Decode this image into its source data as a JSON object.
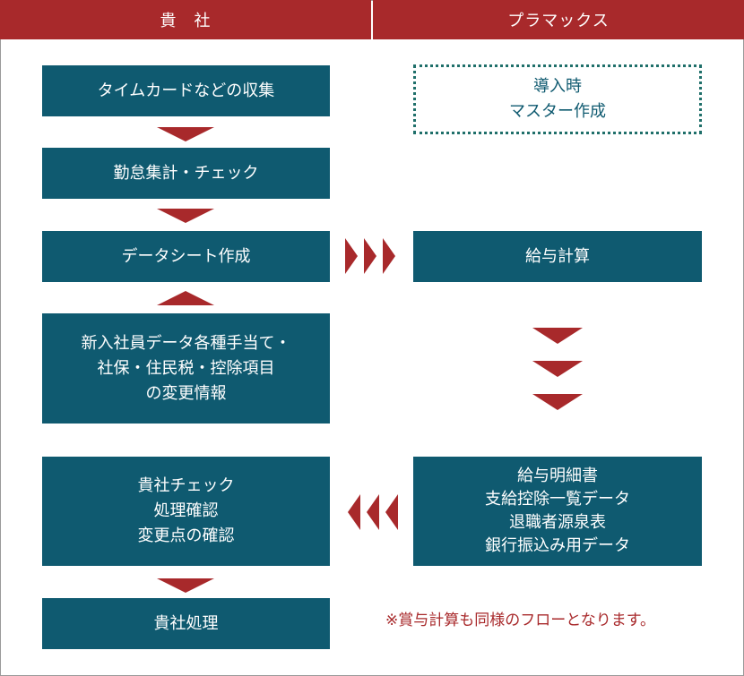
{
  "header": {
    "left": "貴　社",
    "right": "プラマックス"
  },
  "left_flow": [
    {
      "lines": [
        "タイムカードなどの収集"
      ]
    },
    {
      "lines": [
        "勤怠集計・チェック"
      ]
    },
    {
      "lines": [
        "データシート作成"
      ]
    },
    {
      "lines": [
        "新入社員データ各種手当て・",
        "社保・住民税・控除項目",
        "の変更情報"
      ]
    },
    {
      "lines": [
        "貴社チェック",
        "処理確認",
        "変更点の確認"
      ]
    },
    {
      "lines": [
        "貴社処理"
      ]
    }
  ],
  "right_flow": {
    "intro": {
      "lines": [
        "導入時",
        "マスター作成"
      ]
    },
    "payroll": {
      "lines": [
        "給与計算"
      ]
    },
    "outputs": {
      "lines": [
        "給与明細書",
        "支給控除一覧データ",
        "退職者源泉表",
        "銀行振込み用データ"
      ]
    }
  },
  "note": "※賞与計算も同様のフローとなります。",
  "colors": {
    "header_bg": "#a8292b",
    "box_bg": "#0f5a70",
    "arrow": "#a8292b",
    "dotted_border": "#1f6f6a"
  }
}
